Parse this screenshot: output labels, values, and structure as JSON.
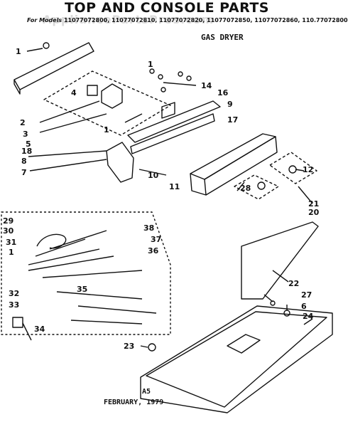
{
  "header": {
    "title": "TOP AND CONSOLE PARTS",
    "models_label": "For Models",
    "models": "11077072800, 11077072810, 11077072820, 11077072850, 11077072860, 110.77072800",
    "subtitle": "GAS DRYER",
    "watermark": "AppliancePartsPros.com"
  },
  "footer": {
    "page_code": "A5",
    "date": "FEBRUARY, 1979"
  },
  "part_labels": [
    {
      "id": "1a",
      "text": "1"
    },
    {
      "id": "1b",
      "text": "1"
    },
    {
      "id": "1c",
      "text": "1"
    },
    {
      "id": "1d",
      "text": "1"
    },
    {
      "id": "2",
      "text": "2"
    },
    {
      "id": "3",
      "text": "3"
    },
    {
      "id": "4",
      "text": "4"
    },
    {
      "id": "5",
      "text": "5"
    },
    {
      "id": "6",
      "text": "6"
    },
    {
      "id": "7",
      "text": "7"
    },
    {
      "id": "8",
      "text": "8"
    },
    {
      "id": "9",
      "text": "9"
    },
    {
      "id": "10",
      "text": "10"
    },
    {
      "id": "11",
      "text": "11"
    },
    {
      "id": "12",
      "text": "12"
    },
    {
      "id": "14",
      "text": "14"
    },
    {
      "id": "16",
      "text": "16"
    },
    {
      "id": "17",
      "text": "17"
    },
    {
      "id": "18",
      "text": "18"
    },
    {
      "id": "20",
      "text": "20"
    },
    {
      "id": "21",
      "text": "21"
    },
    {
      "id": "22",
      "text": "22"
    },
    {
      "id": "23",
      "text": "23"
    },
    {
      "id": "24",
      "text": "24"
    },
    {
      "id": "27",
      "text": "27"
    },
    {
      "id": "28",
      "text": "28"
    },
    {
      "id": "29",
      "text": "29"
    },
    {
      "id": "30",
      "text": "30"
    },
    {
      "id": "31",
      "text": "31"
    },
    {
      "id": "32",
      "text": "32"
    },
    {
      "id": "33",
      "text": "33"
    },
    {
      "id": "34",
      "text": "34"
    },
    {
      "id": "35",
      "text": "35"
    },
    {
      "id": "36",
      "text": "36"
    },
    {
      "id": "37",
      "text": "37"
    },
    {
      "id": "38",
      "text": "38"
    }
  ]
}
